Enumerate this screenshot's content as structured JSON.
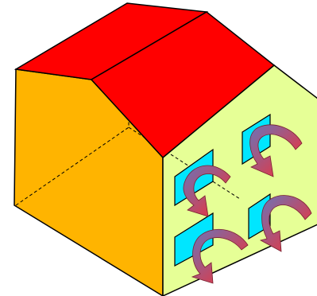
{
  "colors": {
    "roof": "#ff0000",
    "left_wall": "#ffb400",
    "front_wall": "#e6ff96",
    "window": "#00e6ff",
    "outline": "#000000",
    "arrow_start": "#6a74b8",
    "arrow_end": "#ff2a2a"
  },
  "diagram": {
    "windows": [
      {
        "name": "window-top-left"
      },
      {
        "name": "window-top-right"
      },
      {
        "name": "window-bottom-left"
      },
      {
        "name": "window-bottom-right"
      }
    ],
    "airflow_arrows": [
      {
        "name": "airflow-arrow-top-left"
      },
      {
        "name": "airflow-arrow-top-right"
      },
      {
        "name": "airflow-arrow-bottom-left"
      },
      {
        "name": "airflow-arrow-bottom-right"
      }
    ]
  }
}
